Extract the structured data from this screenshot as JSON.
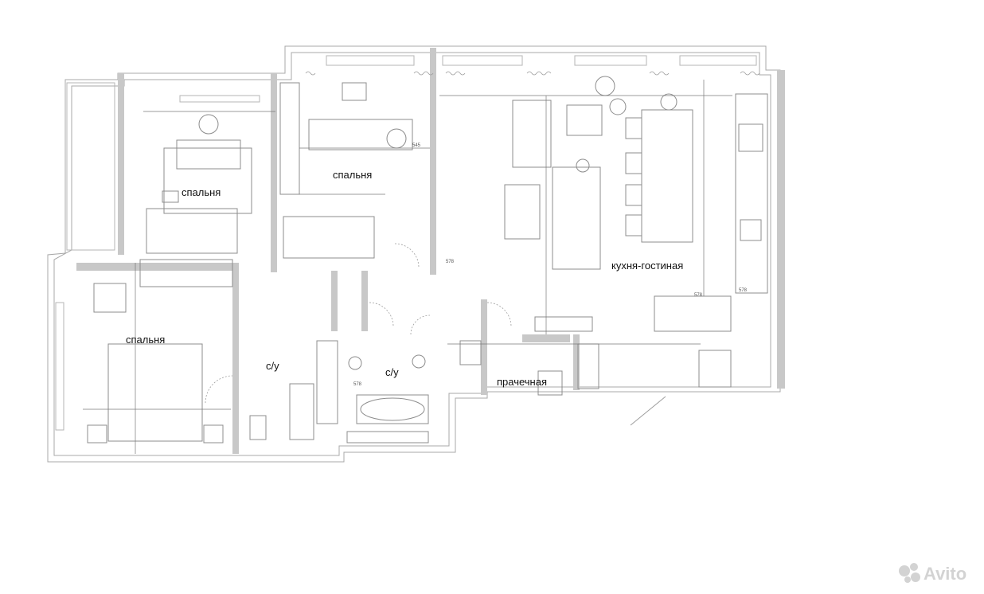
{
  "rooms": [
    {
      "key": "bedroom_1",
      "label": "спальня"
    },
    {
      "key": "bedroom_2",
      "label": "спальня"
    },
    {
      "key": "bedroom_3",
      "label": "спальня"
    },
    {
      "key": "kitchen_living",
      "label": "кухня-гостиная"
    },
    {
      "key": "bathroom_1",
      "label": "с/у"
    },
    {
      "key": "bathroom_2",
      "label": "с/у"
    },
    {
      "key": "laundry",
      "label": "прачечная"
    }
  ],
  "dimensions": [
    "545",
    "578",
    "578",
    "578",
    "578"
  ],
  "watermark": {
    "text": "Avito",
    "color": "#d3d3d3"
  },
  "colors": {
    "wall": "#bdbdbd",
    "line": "#9e9e9e",
    "dark": "#333333",
    "furniture": "#8c8c8c"
  }
}
